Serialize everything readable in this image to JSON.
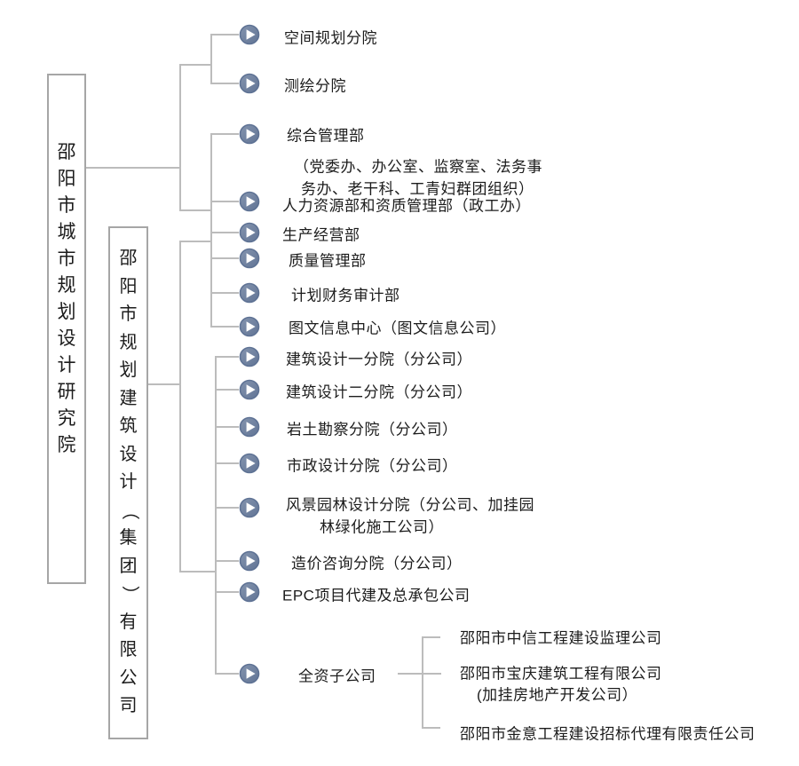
{
  "title": "邵阳市城市规划设计研究院组织机构图",
  "colors": {
    "line": "#bcbcbc",
    "box_border": "#a6a6a6",
    "icon_fill": "#71829f",
    "icon_edge": "#5e7294",
    "icon_triangle": "#ffffff",
    "text": "#1c1c1c"
  },
  "icons": {
    "branch": "play-icon"
  },
  "boxes": {
    "institute": "邵阳市城市规划设计研究院",
    "group": "邵阳市规划建筑设计（集团）有限公司"
  },
  "branches": [
    {
      "label": "空间规划分院"
    },
    {
      "label": "测绘分院"
    },
    {
      "label": "综合管理部",
      "note1": "（党委办、办公室、监察室、法务事",
      "note2": "务办、老干科、工青妇群团组织）"
    },
    {
      "label": "人力资源部和资质管理部（政工办）"
    },
    {
      "label": "生产经营部"
    },
    {
      "label": "质量管理部"
    },
    {
      "label": "计划财务审计部"
    },
    {
      "label": "图文信息中心（图文信息公司）"
    },
    {
      "label": "建筑设计一分院（分公司）"
    },
    {
      "label": "建筑设计二分院（分公司）"
    },
    {
      "label": "岩土勘察分院（分公司）"
    },
    {
      "label": "市政设计分院（分公司）"
    },
    {
      "label": "风景园林设计分院（分公司、加挂园",
      "line2": "林绿化施工公司）"
    },
    {
      "label": "造价咨询分院（分公司）"
    },
    {
      "label": "EPC项目代建及总承包公司"
    },
    {
      "label": "全资子公司"
    }
  ],
  "subsidiaries": [
    {
      "label": "邵阳市中信工程建设监理公司"
    },
    {
      "label": "邵阳市宝庆建筑工程有限公司",
      "line2": "(加挂房地产开发公司）"
    },
    {
      "label": "邵阳市金意工程建设招标代理有限责任公司"
    }
  ]
}
